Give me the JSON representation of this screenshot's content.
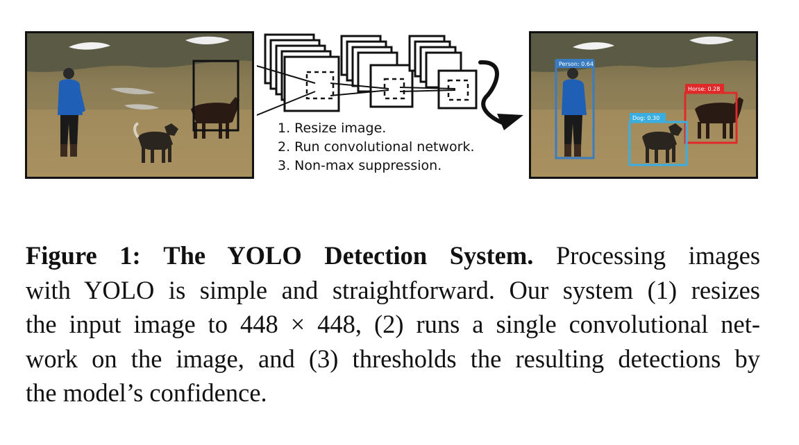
{
  "figure": {
    "steps": [
      "1. Resize image.",
      "2. Run convolutional network.",
      "3. Non-max suppression."
    ],
    "detections": [
      {
        "label": "Person: 0.64",
        "color": "#3b7cc0"
      },
      {
        "label": "Horse: 0.28",
        "color": "#e02a2a"
      },
      {
        "label": "Dog: 0.30",
        "color": "#3aaee0"
      }
    ]
  },
  "caption": {
    "figure_label": "Figure 1:",
    "title": "The YOLO Detection System.",
    "lines": [
      "Processing images",
      "with YOLO is simple and straightforward. Our system (1) resizes",
      "the input image to 448 × 448, (2) runs a single convolutional net-",
      "work on the image, and (3) thresholds the resulting detections by",
      "the model’s confidence."
    ]
  }
}
